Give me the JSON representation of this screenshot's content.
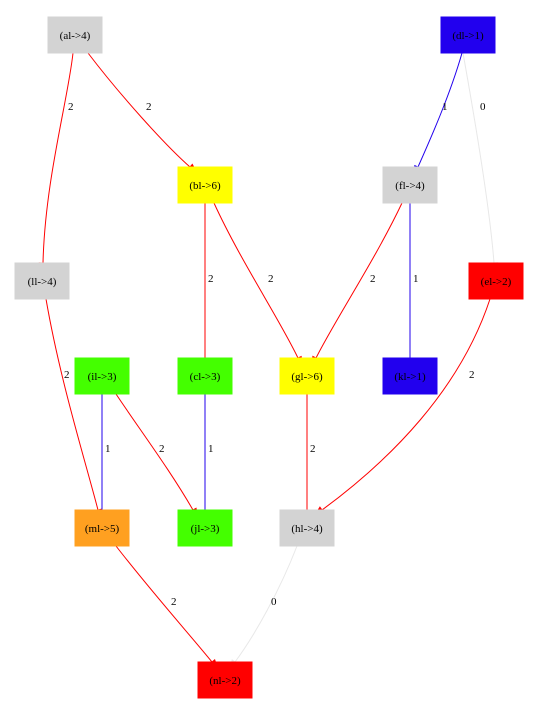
{
  "diagram": {
    "nodes": [
      {
        "id": "a",
        "label": "(al->4)",
        "fill": "#d3d3d3",
        "text_color": "#000000"
      },
      {
        "id": "d",
        "label": "(dl->1)",
        "fill": "#2200ee",
        "text_color": "#000000"
      },
      {
        "id": "b",
        "label": "(bl->6)",
        "fill": "#ffff00",
        "text_color": "#000000"
      },
      {
        "id": "f",
        "label": "(fl->4)",
        "fill": "#d3d3d3",
        "text_color": "#000000"
      },
      {
        "id": "l",
        "label": "(ll->4)",
        "fill": "#d3d3d3",
        "text_color": "#000000"
      },
      {
        "id": "e",
        "label": "(el->2)",
        "fill": "#ff0000",
        "text_color": "#000000"
      },
      {
        "id": "i",
        "label": "(il->3)",
        "fill": "#44ff00",
        "text_color": "#000000"
      },
      {
        "id": "c",
        "label": "(cl->3)",
        "fill": "#44ff00",
        "text_color": "#000000"
      },
      {
        "id": "g",
        "label": "(gl->6)",
        "fill": "#ffff00",
        "text_color": "#000000"
      },
      {
        "id": "k",
        "label": "(kl->1)",
        "fill": "#2200ee",
        "text_color": "#000000"
      },
      {
        "id": "m",
        "label": "(ml->5)",
        "fill": "#ffa020",
        "text_color": "#000000"
      },
      {
        "id": "j",
        "label": "(jl->3)",
        "fill": "#44ff00",
        "text_color": "#000000"
      },
      {
        "id": "h",
        "label": "(hl->4)",
        "fill": "#d3d3d3",
        "text_color": "#000000"
      },
      {
        "id": "n",
        "label": "(nl->2)",
        "fill": "#ff0000",
        "text_color": "#000000"
      }
    ],
    "edges": [
      {
        "from": "a",
        "to": "l",
        "label": "2",
        "color": "#ff0000"
      },
      {
        "from": "a",
        "to": "b",
        "label": "2",
        "color": "#ff0000"
      },
      {
        "from": "d",
        "to": "f",
        "label": "1",
        "color": "#2200ee"
      },
      {
        "from": "d",
        "to": "e",
        "label": "0",
        "color": "#e8e8e8"
      },
      {
        "from": "b",
        "to": "c",
        "label": "2",
        "color": "#ff0000"
      },
      {
        "from": "b",
        "to": "g",
        "label": "2",
        "color": "#ff0000"
      },
      {
        "from": "f",
        "to": "g",
        "label": "2",
        "color": "#ff0000"
      },
      {
        "from": "f",
        "to": "k",
        "label": "1",
        "color": "#2200ee"
      },
      {
        "from": "l",
        "to": "m",
        "label": "2",
        "color": "#ff0000"
      },
      {
        "from": "e",
        "to": "h",
        "label": "2",
        "color": "#ff0000"
      },
      {
        "from": "i",
        "to": "m",
        "label": "1",
        "color": "#2200ee"
      },
      {
        "from": "i",
        "to": "j",
        "label": "2",
        "color": "#ff0000"
      },
      {
        "from": "c",
        "to": "j",
        "label": "1",
        "color": "#2200ee"
      },
      {
        "from": "g",
        "to": "h",
        "label": "2",
        "color": "#ff0000"
      },
      {
        "from": "m",
        "to": "n",
        "label": "2",
        "color": "#ff0000"
      },
      {
        "from": "h",
        "to": "n",
        "label": "0",
        "color": "#e8e8e8"
      }
    ]
  }
}
